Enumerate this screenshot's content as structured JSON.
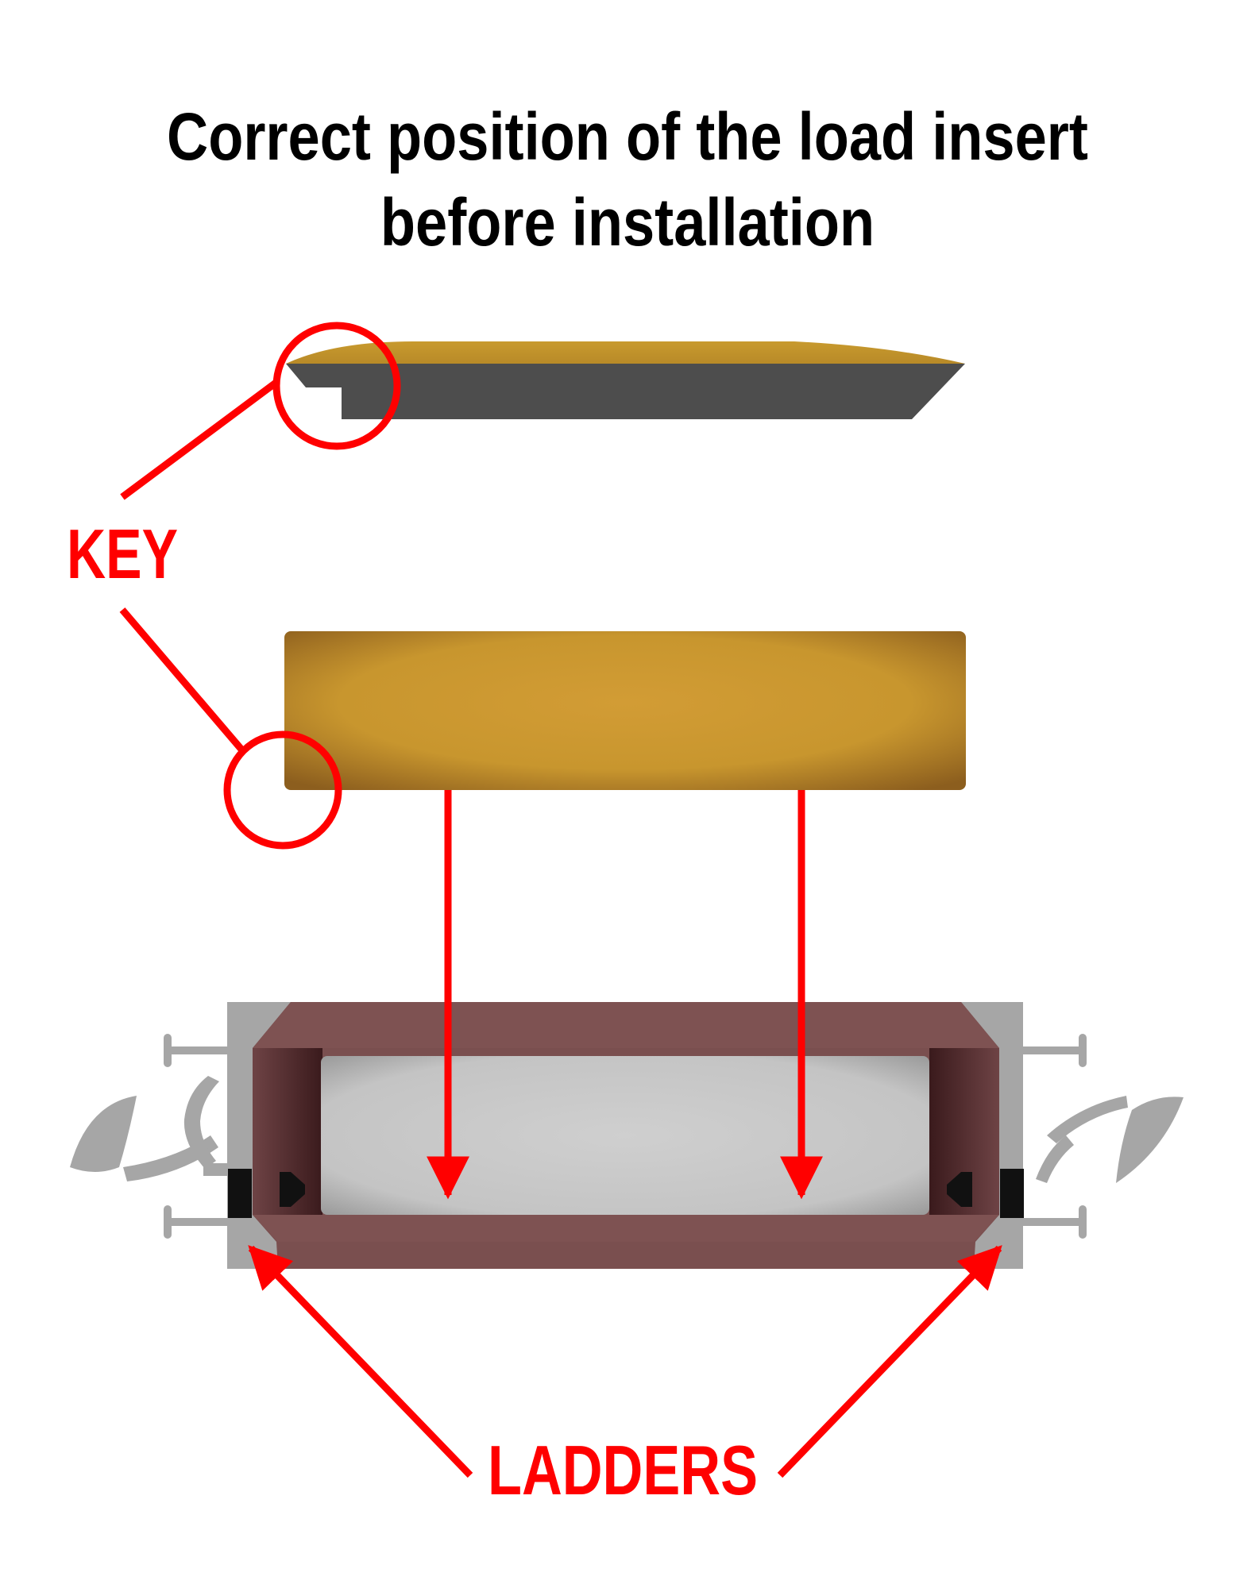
{
  "title": {
    "line1": "Correct position of the load insert",
    "line2": "before installation"
  },
  "labels": {
    "key": "KEY",
    "ladders": "LADDERS"
  },
  "colors": {
    "accent": "#ff0000",
    "insert_gold": "#c8962e",
    "insert_side": "#4d4d4d",
    "housing": "#7a4f4f",
    "housing_dark": "#4a2426",
    "cavity": "#c8c8c8",
    "clip_gray": "#a6a6a6",
    "text": "#000000"
  }
}
